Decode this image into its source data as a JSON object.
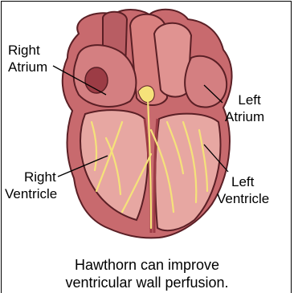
{
  "labels": {
    "right_atrium": [
      "Right",
      "Atrium"
    ],
    "left_atrium": [
      "Left",
      "Atrium"
    ],
    "right_ventricle": [
      "Right",
      "Ventricle"
    ],
    "left_ventricle": [
      "Left",
      "Ventricle"
    ]
  },
  "caption": [
    "Hawthorn can improve",
    "ventricular wall perfusion."
  ],
  "colors": {
    "heart_fill": "#c86a6e",
    "heart_dark": "#9c3c45",
    "heart_light": "#e7a7a2",
    "vessels": "#f5e27a",
    "outline": "#5a1f25"
  }
}
